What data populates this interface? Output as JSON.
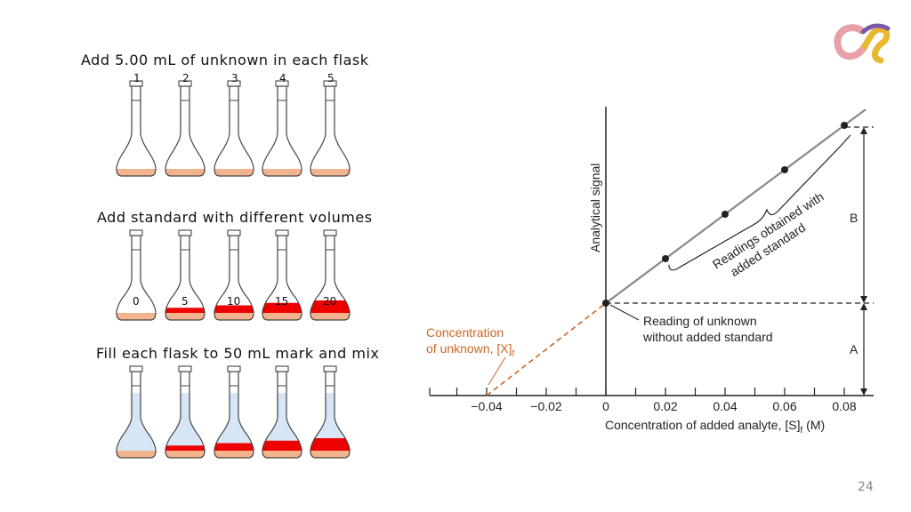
{
  "steps": [
    {
      "title": "Add 5.00 mL of unknown in each flask",
      "flask_numbers": [
        "1",
        "2",
        "3",
        "4",
        "5"
      ]
    },
    {
      "title": "Add standard with different volumes",
      "volumes": [
        "0",
        "5",
        "10",
        "15",
        "20"
      ]
    },
    {
      "title": "Fill each flask to 50 mL mark and mix"
    }
  ],
  "flask_levels": {
    "unknown_fraction": [
      1,
      1,
      1,
      1,
      1
    ],
    "standard_fraction": [
      0,
      0.25,
      0.5,
      0.75,
      1.0
    ]
  },
  "plot": {
    "ylabel": "Analytical signal",
    "xlabel_main": "Concentration of added analyte, [S]",
    "xlabel_sub": "f",
    "xlabel_unit": " (M)",
    "x_ticks": [
      "−0.04",
      "−0.02",
      "0",
      "0.02",
      "0.04",
      "0.06",
      "0.08"
    ],
    "annotation_unknown_reading": [
      "Reading of unknown",
      "without added standard"
    ],
    "annotation_readings": [
      "Readings obtained with",
      "added standard"
    ],
    "annotation_conc_line1": "Concentration",
    "annotation_conc_line2": "of unknown, [X]",
    "annotation_conc_sub": "f",
    "label_a": "A",
    "label_b": "B"
  },
  "chart_data": {
    "type": "scatter",
    "title": "",
    "xlabel": "Concentration of added analyte, [S]f (M)",
    "ylabel": "Analytical signal",
    "x": [
      0,
      0.02,
      0.04,
      0.06,
      0.08
    ],
    "y": [
      1.0,
      1.5,
      2.0,
      2.5,
      3.0
    ],
    "extrapolated_x_intercept": -0.04,
    "xlim": [
      -0.06,
      0.09
    ],
    "colors": {
      "line": "#888888",
      "extrapolation": "#cc6622",
      "points": "#222222"
    }
  },
  "colors": {
    "standard": "#ee0000",
    "unknown": "#f2b48c",
    "diluent": "#d6e6f5",
    "orange": "#cc6622"
  },
  "page_number": "24"
}
